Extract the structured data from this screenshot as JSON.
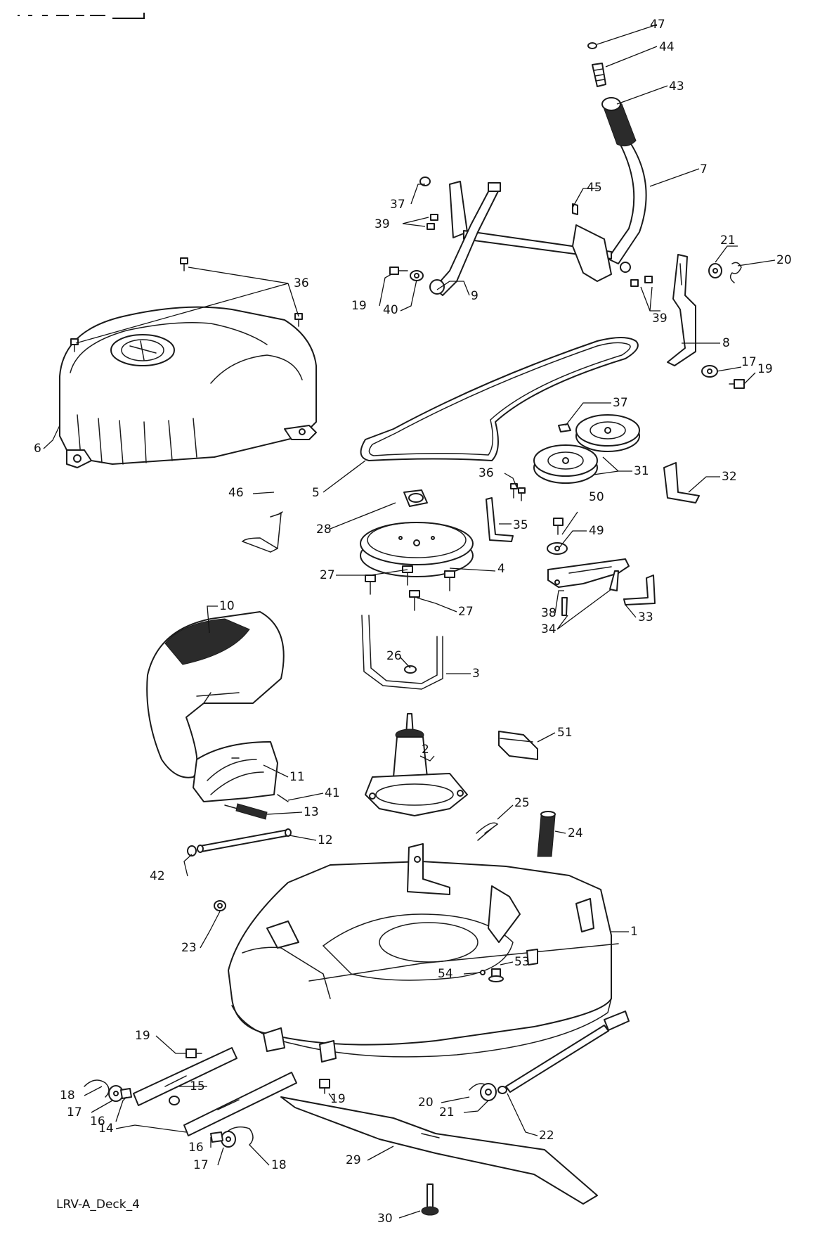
{
  "caption": "LRV-A_Deck_4",
  "labels": [
    {
      "id": "47",
      "text": "47"
    },
    {
      "id": "44",
      "text": "44"
    },
    {
      "id": "43",
      "text": "43"
    },
    {
      "id": "7",
      "text": "7"
    },
    {
      "id": "45",
      "text": "45"
    },
    {
      "id": "37a",
      "text": "37"
    },
    {
      "id": "39a",
      "text": "39"
    },
    {
      "id": "36a",
      "text": "36"
    },
    {
      "id": "19a",
      "text": "19"
    },
    {
      "id": "40",
      "text": "40"
    },
    {
      "id": "9",
      "text": "9"
    },
    {
      "id": "21a",
      "text": "21"
    },
    {
      "id": "20a",
      "text": "20"
    },
    {
      "id": "39b",
      "text": "39"
    },
    {
      "id": "8",
      "text": "8"
    },
    {
      "id": "17a",
      "text": "17"
    },
    {
      "id": "19b",
      "text": "19"
    },
    {
      "id": "6",
      "text": "6"
    },
    {
      "id": "37b",
      "text": "37"
    },
    {
      "id": "5",
      "text": "5"
    },
    {
      "id": "36b",
      "text": "36"
    },
    {
      "id": "31",
      "text": "31"
    },
    {
      "id": "32",
      "text": "32"
    },
    {
      "id": "46",
      "text": "46"
    },
    {
      "id": "50",
      "text": "50"
    },
    {
      "id": "28",
      "text": "28"
    },
    {
      "id": "35",
      "text": "35"
    },
    {
      "id": "49",
      "text": "49"
    },
    {
      "id": "4",
      "text": "4"
    },
    {
      "id": "27a",
      "text": "27"
    },
    {
      "id": "27b",
      "text": "27"
    },
    {
      "id": "38",
      "text": "38"
    },
    {
      "id": "33",
      "text": "33"
    },
    {
      "id": "34",
      "text": "34"
    },
    {
      "id": "10",
      "text": "10"
    },
    {
      "id": "26",
      "text": "26"
    },
    {
      "id": "3",
      "text": "3"
    },
    {
      "id": "51",
      "text": "51"
    },
    {
      "id": "2",
      "text": "2"
    },
    {
      "id": "11",
      "text": "11"
    },
    {
      "id": "41",
      "text": "41"
    },
    {
      "id": "25",
      "text": "25"
    },
    {
      "id": "13",
      "text": "13"
    },
    {
      "id": "24",
      "text": "24"
    },
    {
      "id": "12",
      "text": "12"
    },
    {
      "id": "42",
      "text": "42"
    },
    {
      "id": "1",
      "text": "1"
    },
    {
      "id": "23",
      "text": "23"
    },
    {
      "id": "53",
      "text": "53"
    },
    {
      "id": "54",
      "text": "54"
    },
    {
      "id": "19c",
      "text": "19"
    },
    {
      "id": "18a",
      "text": "18"
    },
    {
      "id": "15",
      "text": "15"
    },
    {
      "id": "17b",
      "text": "17"
    },
    {
      "id": "16a",
      "text": "16"
    },
    {
      "id": "19d",
      "text": "19"
    },
    {
      "id": "20b",
      "text": "20"
    },
    {
      "id": "14",
      "text": "14"
    },
    {
      "id": "21b",
      "text": "21"
    },
    {
      "id": "22",
      "text": "22"
    },
    {
      "id": "16b",
      "text": "16"
    },
    {
      "id": "17c",
      "text": "17"
    },
    {
      "id": "18b",
      "text": "18"
    },
    {
      "id": "29",
      "text": "29"
    },
    {
      "id": "30",
      "text": "30"
    }
  ]
}
